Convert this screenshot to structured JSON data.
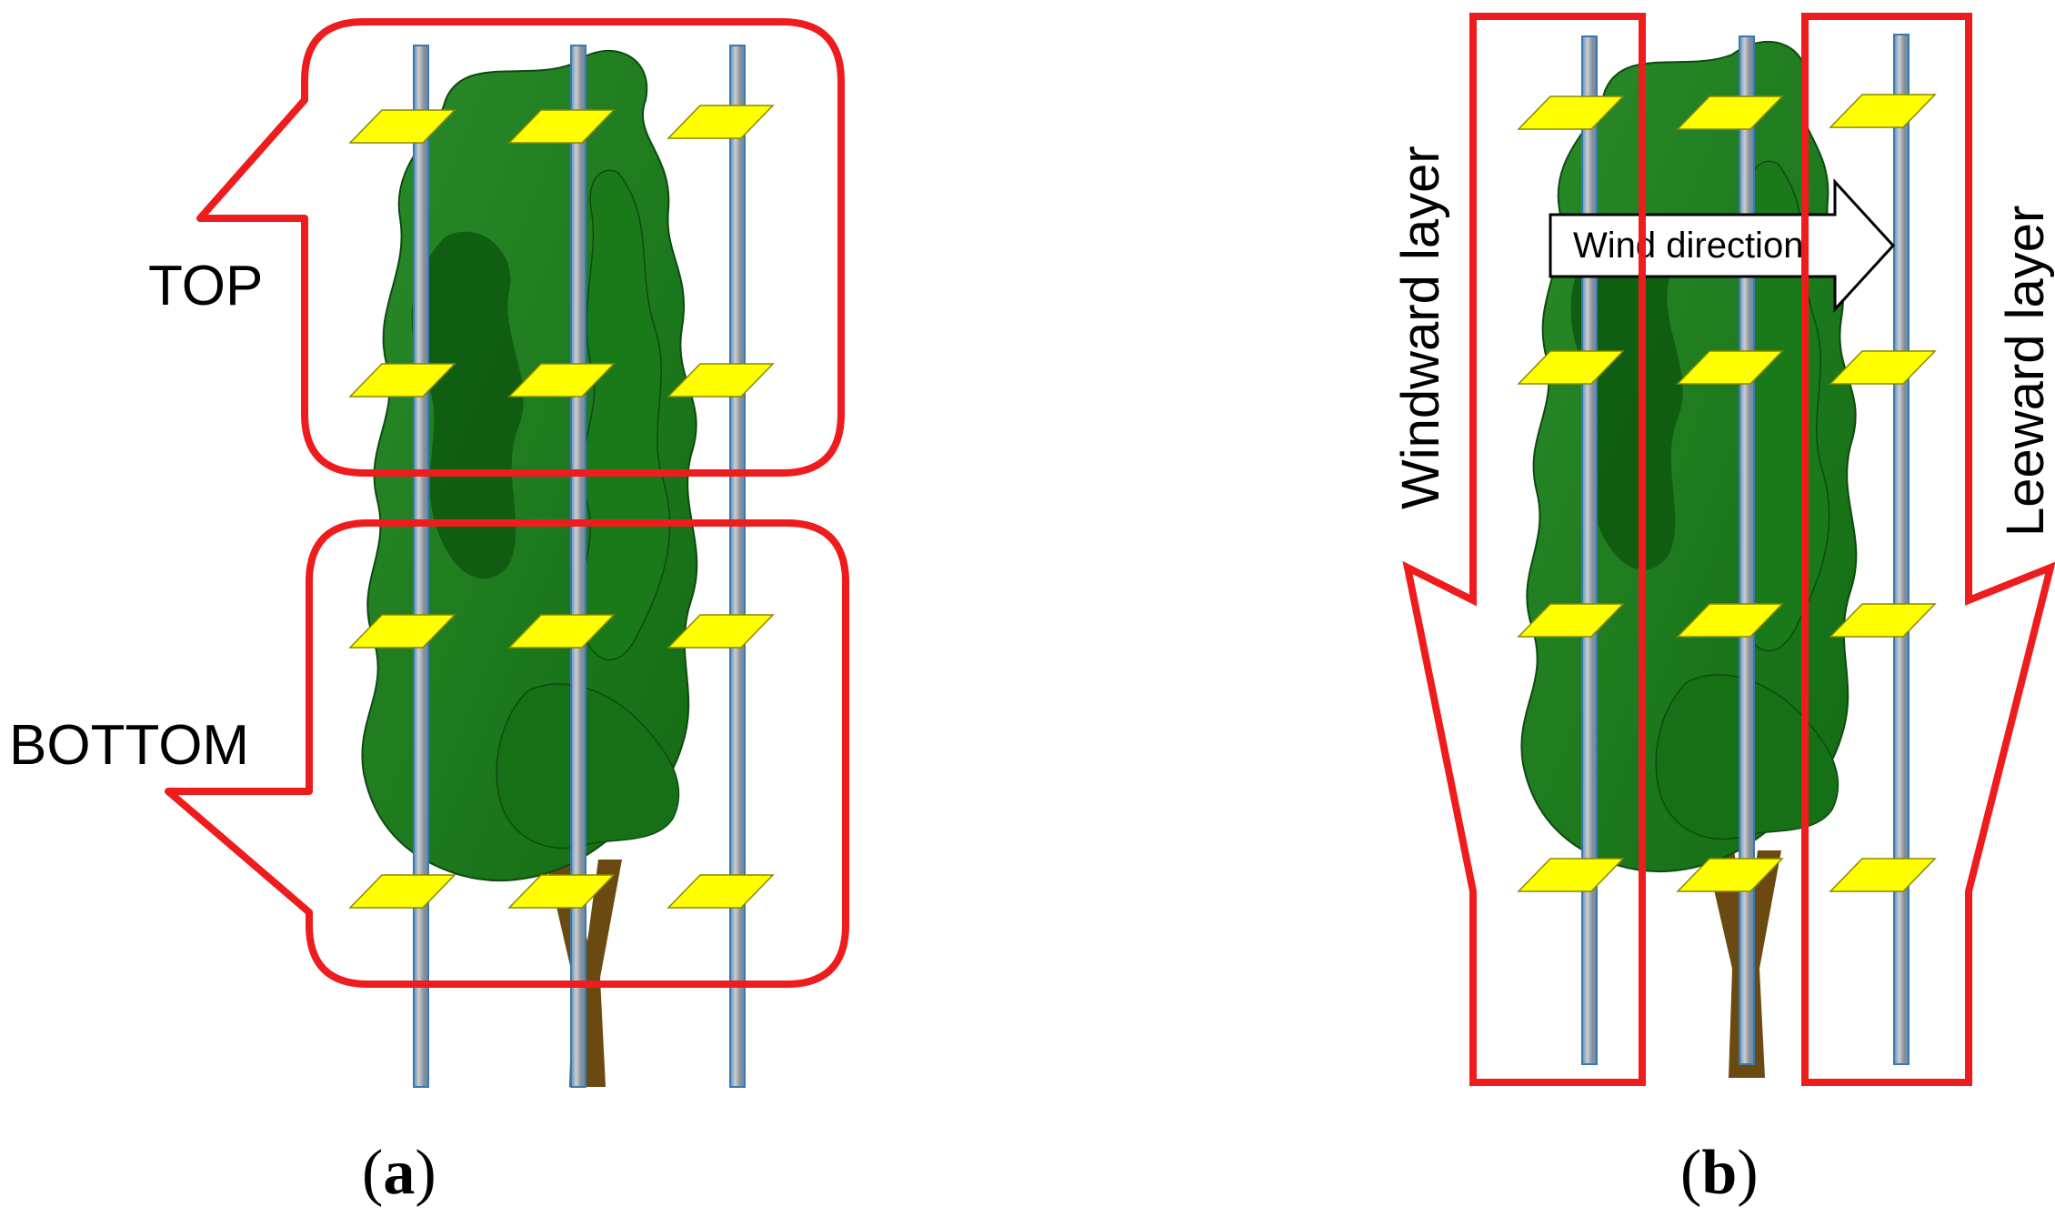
{
  "panel_a": {
    "caption_open": "(",
    "caption_letter": "a",
    "caption_close": ")",
    "top_label": "TOP",
    "bottom_label": "BOTTOM"
  },
  "panel_b": {
    "caption_open": "(",
    "caption_letter": "b",
    "caption_close": ")",
    "windward_label": "Windward layer",
    "leeward_label": "Leeward layer",
    "wind_label": "Wind direction"
  },
  "colors": {
    "callout": "#ee1c1c",
    "foliage": "#1f7a1f",
    "foliage_dark": "#0e5a10",
    "trunk": "#6b4a12",
    "sensor": "#ffff00",
    "pole": "#8a8f96"
  }
}
